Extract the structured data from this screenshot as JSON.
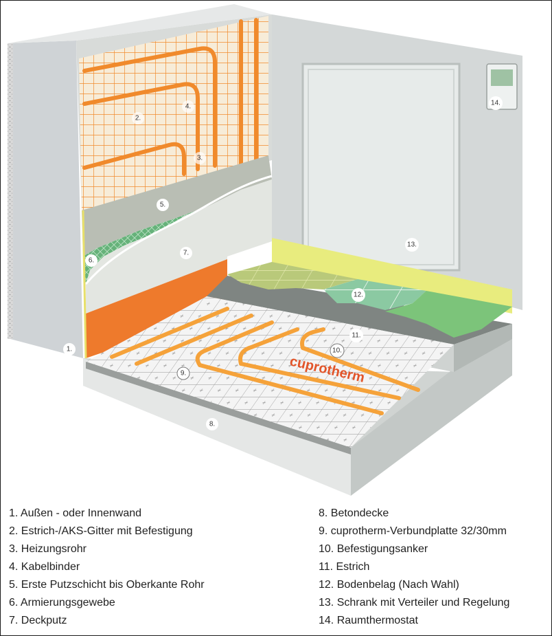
{
  "brand": {
    "text": "cuprotherm",
    "color": "#e2552a"
  },
  "callouts": [
    "1.",
    "2.",
    "3.",
    "4.",
    "5.",
    "6.",
    "7.",
    "8.",
    "9.",
    "10.",
    "11.",
    "12.",
    "13.",
    "14."
  ],
  "legend": {
    "left": [
      "1. Außen - oder Innenwand",
      "2. Estrich-/AKS-Gitter mit Befestigung",
      "3. Heizungsrohr",
      "4. Kabelbinder",
      "5. Erste Putzschicht bis Oberkante Rohr",
      "6. Armierungsgewebe",
      "7. Deckputz"
    ],
    "right": [
      "8. Betondecke",
      "9. cuprotherm-Verbundplatte 32/30mm",
      "10. Befestigungsanker",
      "11. Estrich",
      "12. Bodenbelag (Nach Wahl)",
      "13. Schrank mit Verteiler und Regelung",
      "14. Raumthermostat"
    ]
  },
  "colors": {
    "pipe": "#f08a2c",
    "wall_grey": "#cfd3d6",
    "plaster": "#c9cdc4",
    "mesh_green": "#66b27a",
    "floor_green": "#7cc47a",
    "tile_teal": "#8bc9a2",
    "skirting_yellow": "#e8ec7e",
    "insulation_orange": "#ee7a2c"
  }
}
